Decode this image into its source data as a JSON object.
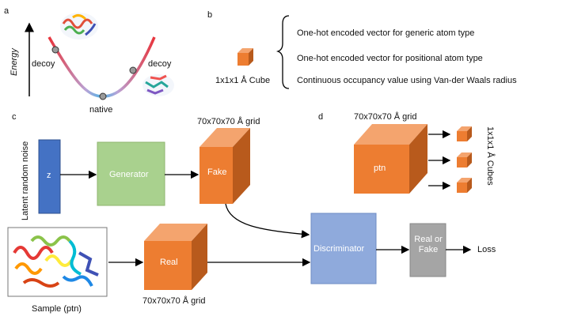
{
  "panels": {
    "a": "a",
    "b": "b",
    "c": "c",
    "d": "d"
  },
  "panel_a": {
    "y_axis_label": "Energy",
    "decoy_left": "decoy",
    "decoy_right": "decoy",
    "native": "native"
  },
  "panel_b": {
    "cube_label": "1x1x1 Å Cube",
    "features": [
      "One-hot encoded vector for generic atom type",
      "One-hot encoded vector for positional atom type",
      "Continuous occupancy value using Van-der Waals radius"
    ]
  },
  "panel_c": {
    "noise_label": "Latent random noise",
    "z_label": "z",
    "generator_label": "Generator",
    "fake_grid_label": "70x70x70 Å grid",
    "fake_label": "Fake",
    "discriminator_label": "Discriminator",
    "real_or_fake_label": "Real or Fake",
    "loss_label": "Loss",
    "real_label": "Real",
    "real_grid_label": "70x70x70 Å grid",
    "sample_label": "Sample (ptn)"
  },
  "panel_d": {
    "grid_label": "70x70x70 Å grid",
    "ptn_label": "ptn",
    "cubes_label": "1x1x1 Å Cubes"
  },
  "colors": {
    "cube_orange": "#ED7D31",
    "cube_top": "#F4A46E",
    "cube_side": "#B85A1C",
    "z_blue": "#4472C4",
    "generator_green": "#A9D18E",
    "discriminator_blue": "#8FAADC",
    "real_fake_gray": "#A5A5A5"
  }
}
